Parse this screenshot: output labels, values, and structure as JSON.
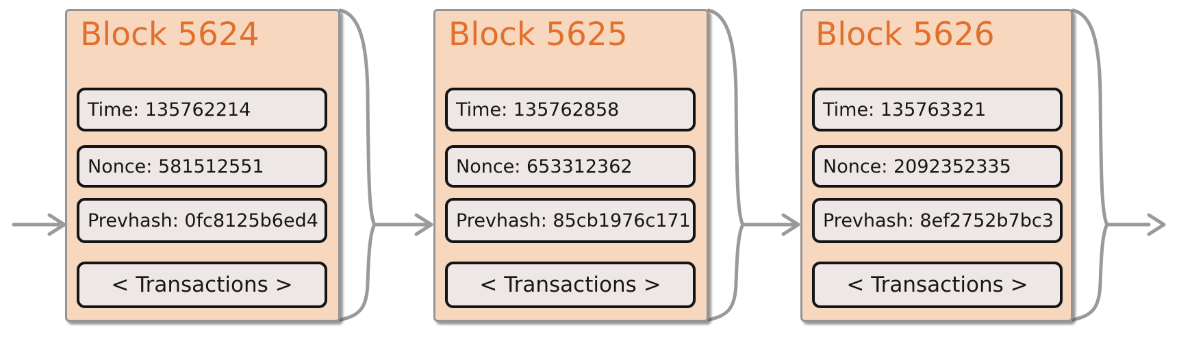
{
  "diagram_title": "blockchain-chain-diagram",
  "colors": {
    "page_bg": "#ffffff",
    "block_fill": "#f8d7bf",
    "block_border": "#949494",
    "field_fill": "#ede8e6",
    "field_border": "#141414",
    "title_color": "#e0702c",
    "connector_gray": "#9a9a9a"
  },
  "blocks": [
    {
      "title": "Block 5624",
      "time": "Time: 135762214",
      "nonce": "Nonce: 581512551",
      "prevhash": "Prevhash: 0fc8125b6ed4",
      "transactions": "< Transactions >"
    },
    {
      "title": "Block 5625",
      "time": "Time: 135762858",
      "nonce": "Nonce: 653312362",
      "prevhash": "Prevhash: 85cb1976c171",
      "transactions": "< Transactions >"
    },
    {
      "title": "Block 5626",
      "time": "Time: 135763321",
      "nonce": "Nonce: 2092352335",
      "prevhash": "Prevhash: 8ef2752b7bc3",
      "transactions": "< Transactions >"
    }
  ]
}
